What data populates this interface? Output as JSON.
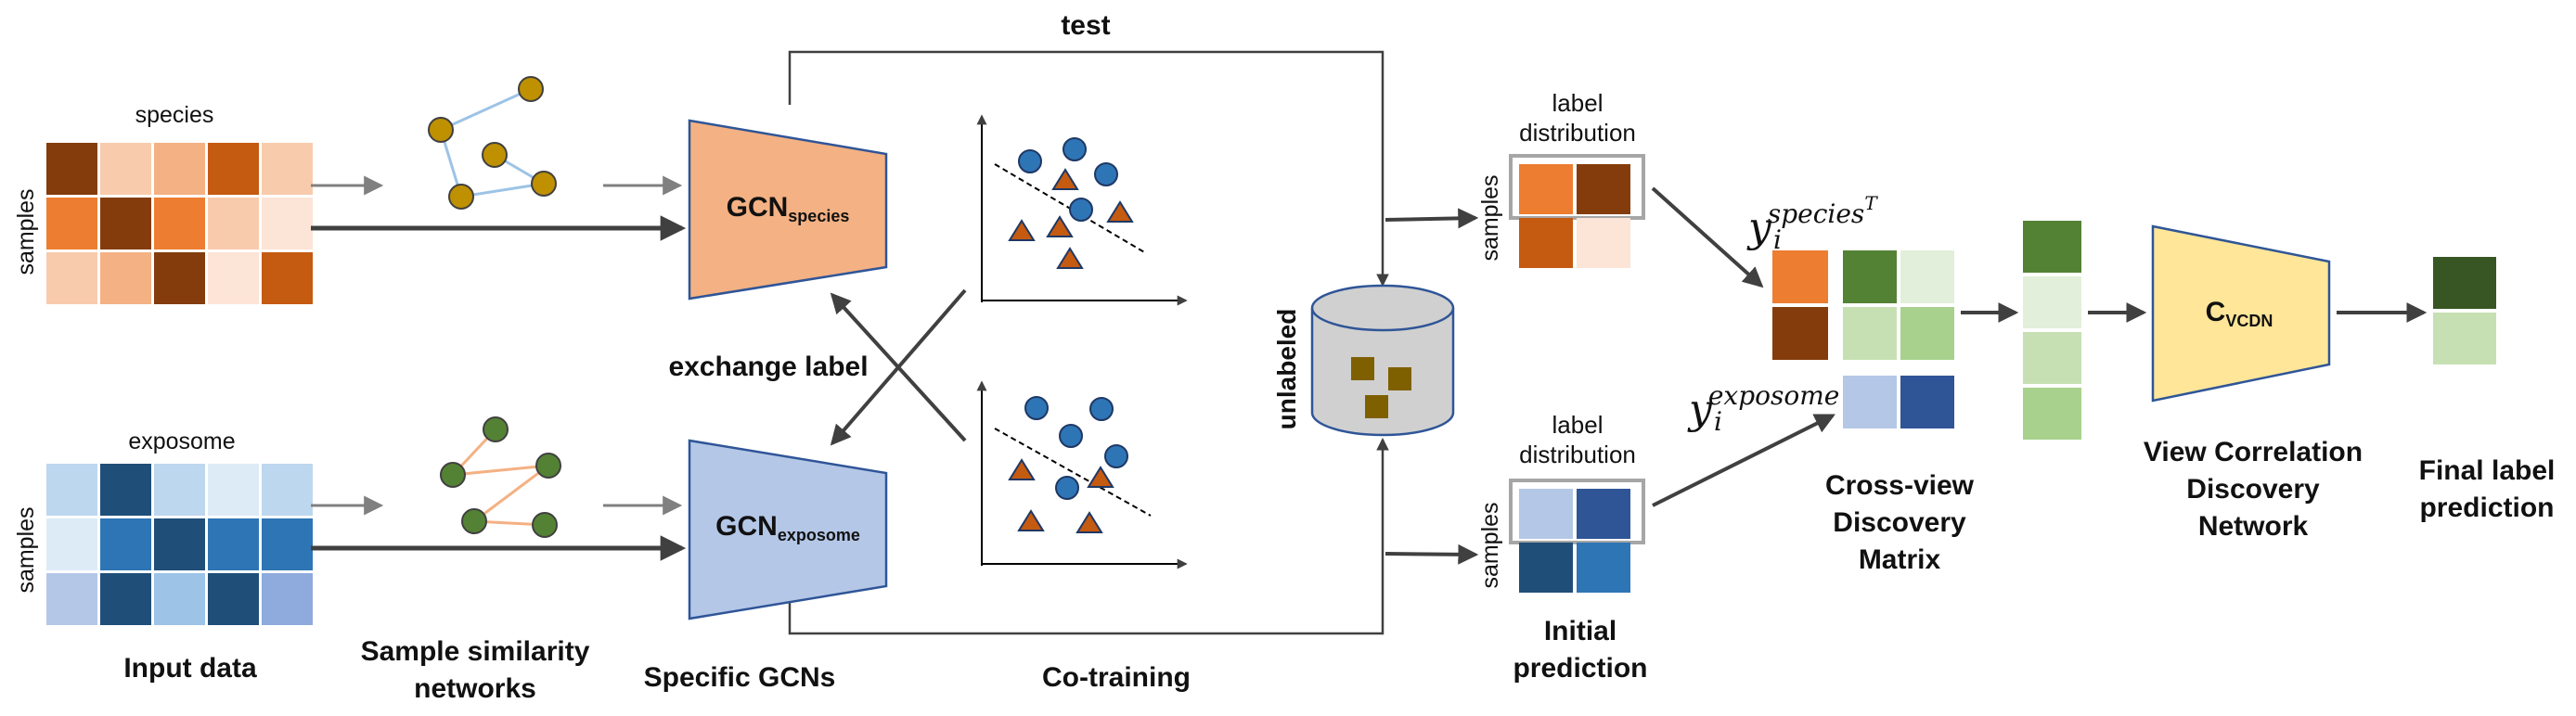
{
  "labels": {
    "test": "test",
    "species": "species",
    "exposome": "exposome",
    "samples": "samples",
    "input_data": "Input data",
    "sample_similarity_1": "Sample similarity",
    "sample_similarity_2": "networks",
    "gcn_prefix": "GCN",
    "gcn_species_sub": "species",
    "gcn_exposome_sub": "exposome",
    "exchange_label": "exchange label",
    "specific_gcns": "Specific GCNs",
    "co_training": "Co-training",
    "unlabeled": "unlabeled",
    "label_distribution_1": "label",
    "label_distribution_2": "distribution",
    "initial_prediction_1": "Initial",
    "initial_prediction_2": "prediction",
    "y_base": "y",
    "y_sub": "i",
    "y_sup_species": "species",
    "y_sup_T": "T",
    "y_sup_exposome": "exposome",
    "cvdm_1": "Cross-view",
    "cvdm_2": "Discovery",
    "cvdm_3": "Matrix",
    "vcdn_prefix": "C",
    "vcdn_sub": "VCDN",
    "vcdn_1": "View Correlation",
    "vcdn_2": "Discovery",
    "vcdn_3": "Network",
    "final_1": "Final label",
    "final_2": "prediction"
  },
  "icons": {
    "database": "database-cylinder-icon"
  },
  "colors": {
    "species_gcn": "#F4B183",
    "exposome_gcn": "#B4C7E7",
    "vcdn": "#FFE699",
    "arrow": "#404040",
    "node_gold": "#BF9000",
    "node_green": "#548235",
    "triangle": "#C55A11",
    "circle": "#2E75B6",
    "cube": "#7F6000",
    "cylinder": "#D0D0D0",
    "species_heatmap": [
      [
        "#843C0C",
        "#F8CBAD",
        "#F4B183",
        "#C55A11",
        "#F8CBAD"
      ],
      [
        "#ED7D31",
        "#843C0C",
        "#ED7D31",
        "#F8CBAD",
        "#FCE4D6"
      ],
      [
        "#F8CBAD",
        "#F4B183",
        "#843C0C",
        "#FCE4D6",
        "#C55A11"
      ]
    ],
    "exposome_heatmap": [
      [
        "#BDD7EE",
        "#1F4E79",
        "#BDD7EE",
        "#DDEBF7",
        "#BDD7EE"
      ],
      [
        "#DDEBF7",
        "#2E75B6",
        "#1F4E79",
        "#2E75B6",
        "#2E75B6"
      ],
      [
        "#B4C7E7",
        "#1F4E79",
        "#9DC3E6",
        "#1F4E79",
        "#8FAADC"
      ]
    ],
    "species_label_dist": [
      [
        "#ED7D31",
        "#843C0C"
      ],
      [
        "#C55A11",
        "#FCE4D6"
      ]
    ],
    "exposome_label_dist": [
      [
        "#B4C7E7",
        "#2F5597"
      ],
      [
        "#1F4E79",
        "#2E75B6"
      ]
    ],
    "species_vector": [
      "#ED7D31",
      "#843C0C"
    ],
    "exposome_vector": [
      "#B4C7E7",
      "#2F5597"
    ],
    "cvdm_grid": [
      [
        "#548235",
        "#E2EFDA"
      ],
      [
        "#C6E0B4",
        "#A9D18E"
      ]
    ],
    "flattened_vector": [
      "#548235",
      "#E2EFDA",
      "#C6E0B4",
      "#A9D18E"
    ],
    "final_vector": [
      "#375623",
      "#C6E0B4"
    ]
  }
}
